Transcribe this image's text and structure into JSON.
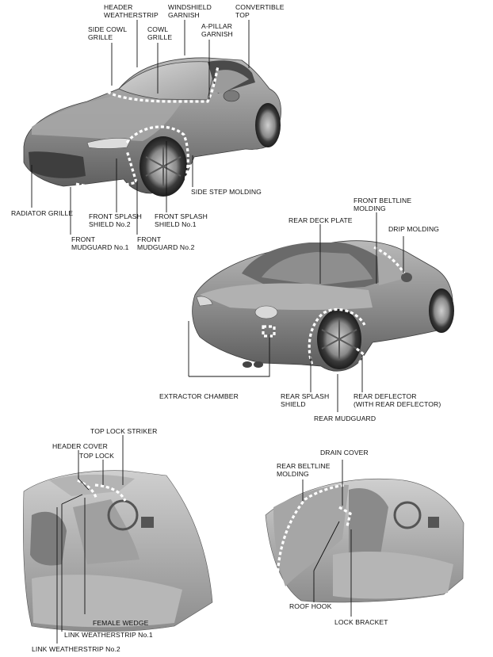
{
  "labels": {
    "header_weatherstrip": [
      "HEADER",
      "WEATHERSTRIP"
    ],
    "windshield_garnish": [
      "WINDSHIELD",
      "GARNISH"
    ],
    "convertible_top": [
      "CONVERTIBLE",
      "TOP"
    ],
    "side_cowl_grille": [
      "SIDE COWL",
      "GRILLE"
    ],
    "cowl_grille": [
      "COWL",
      "GRILLE"
    ],
    "a_pillar_garnish": [
      "A-PILLAR",
      "GARNISH"
    ],
    "side_step_molding": "SIDE STEP MOLDING",
    "radiator_grille": "RADIATOR GRILLE",
    "front_splash_shield_2": [
      "FRONT SPLASH",
      "SHIELD No.2"
    ],
    "front_splash_shield_1": [
      "FRONT SPLASH",
      "SHIELD No.1"
    ],
    "front_mudguard_1": [
      "FRONT",
      "MUDGUARD No.1"
    ],
    "front_mudguard_2": [
      "FRONT",
      "MUDGUARD No.2"
    ],
    "front_beltline_molding": [
      "FRONT BELTLINE",
      "MOLDING"
    ],
    "rear_deck_plate": "REAR DECK PLATE",
    "drip_molding": "DRIP MOLDING",
    "extractor_chamber": "EXTRACTOR CHAMBER",
    "rear_splash_shield": [
      "REAR SPLASH",
      "SHIELD"
    ],
    "rear_deflector": [
      "REAR DEFLECTOR",
      "(WITH REAR DEFLECTOR)"
    ],
    "rear_mudguard": "REAR MUDGUARD",
    "top_lock_striker": "TOP LOCK STRIKER",
    "header_cover": "HEADER COVER",
    "top_lock": "TOP LOCK",
    "female_wedge": "FEMALE WEDGE",
    "link_weatherstrip_1": "LINK WEATHERSTRIP No.1",
    "link_weatherstrip_2": "LINK WEATHERSTRIP No.2",
    "drain_cover": "DRAIN COVER",
    "rear_beltline_molding": [
      "REAR BELTLINE",
      "MOLDING"
    ],
    "roof_hook": "ROOF HOOK",
    "lock_bracket": "LOCK BRACKET"
  },
  "colors": {
    "body_dark": "#5e5e5e",
    "body_mid": "#8a8a8a",
    "body_light": "#c4c4c4",
    "interior": "#9a9a9a",
    "dash_marker": "#ffffff"
  }
}
